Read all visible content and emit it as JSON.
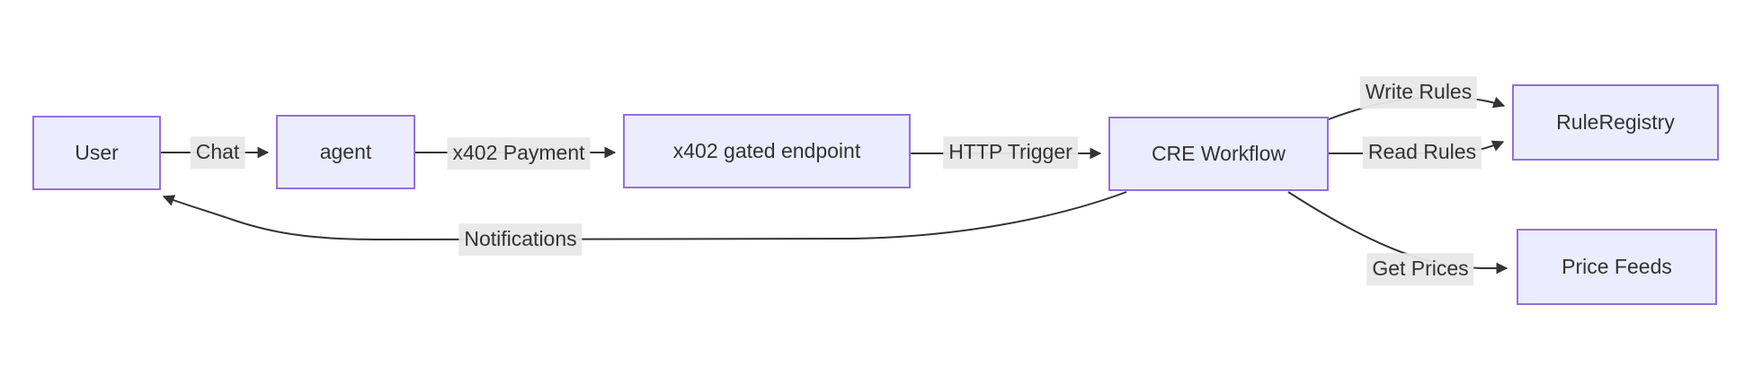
{
  "diagram": {
    "type": "flowchart",
    "direction": "LR",
    "background": "#ffffff",
    "colors": {
      "node_fill": "#ECECFF",
      "node_border": "#9370DB",
      "edge_stroke": "#333333",
      "edge_label_bg": "#e8e8e8",
      "text": "#333333"
    },
    "nodes": [
      {
        "id": "user",
        "label": "User"
      },
      {
        "id": "agent",
        "label": "agent"
      },
      {
        "id": "endpoint",
        "label": "x402 gated endpoint"
      },
      {
        "id": "cre-workflow",
        "label": "CRE Workflow"
      },
      {
        "id": "rule-registry",
        "label": "RuleRegistry"
      },
      {
        "id": "price-feeds",
        "label": "Price Feeds"
      }
    ],
    "edges": [
      {
        "from": "User",
        "to": "agent",
        "label": "Chat"
      },
      {
        "from": "agent",
        "to": "x402 gated endpoint",
        "label": "x402 Payment"
      },
      {
        "from": "x402 gated endpoint",
        "to": "CRE Workflow",
        "label": "HTTP Trigger"
      },
      {
        "from": "CRE Workflow",
        "to": "RuleRegistry",
        "label": "Write Rules"
      },
      {
        "from": "CRE Workflow",
        "to": "RuleRegistry",
        "label": "Read Rules"
      },
      {
        "from": "CRE Workflow",
        "to": "Price Feeds",
        "label": "Get Prices"
      },
      {
        "from": "CRE Workflow",
        "to": "User",
        "label": "Notifications"
      }
    ]
  }
}
